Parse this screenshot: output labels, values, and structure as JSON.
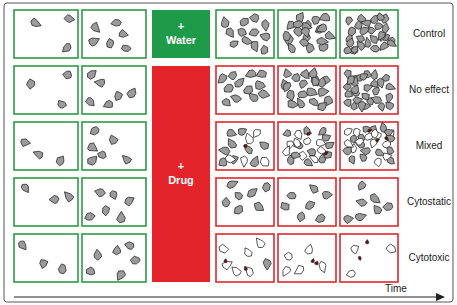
{
  "diagram": {
    "nodes": [
      {
        "text": [
          "+ Water"
        ]
      },
      {
        "text": [
          "+ Drug"
        ]
      }
    ],
    "labels": [
      "Control",
      "No effect",
      "Mixed",
      "Cytostatic",
      "Cytotoxic",
      "Time"
    ]
  }
}
